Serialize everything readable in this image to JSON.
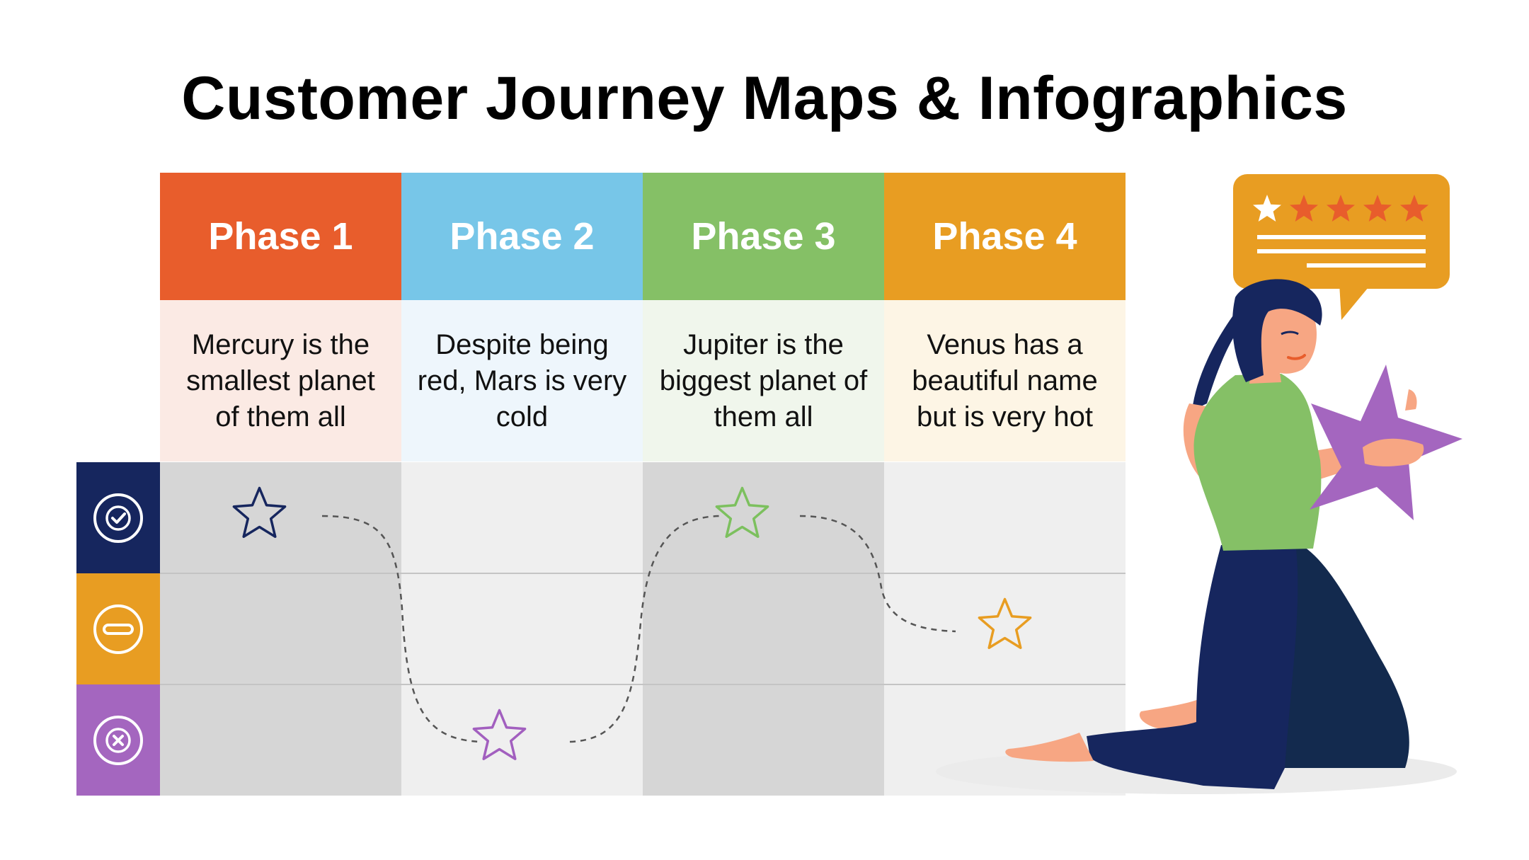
{
  "title": "Customer Journey Maps & Infographics",
  "phases": [
    {
      "label": "Phase 1",
      "description": "Mercury is the smallest planet of them all",
      "color": "#E85D2C",
      "tint": "#FBEAE4",
      "sentiment": "positive",
      "star_color": "#16265E"
    },
    {
      "label": "Phase 2",
      "description": "Despite being red, Mars is very cold",
      "color": "#77C6E8",
      "tint": "#EEF6FC",
      "sentiment": "negative",
      "star_color": "#A25FBF"
    },
    {
      "label": "Phase 3",
      "description": "Jupiter is the biggest planet of them all",
      "color": "#85C066",
      "tint": "#F0F6EC",
      "sentiment": "positive",
      "star_color": "#7CC05E"
    },
    {
      "label": "Phase 4",
      "description": "Venus has a beautiful name but is very hot",
      "color": "#E89D22",
      "tint": "#FDF5E5",
      "sentiment": "neutral",
      "star_color": "#E89D22"
    }
  ],
  "rows": [
    {
      "sentiment": "positive",
      "icon": "check-circle-icon",
      "color": "#16265E"
    },
    {
      "sentiment": "neutral",
      "icon": "minus-circle-icon",
      "color": "#E89D22"
    },
    {
      "sentiment": "negative",
      "icon": "x-circle-icon",
      "color": "#A466BF"
    }
  ],
  "illustration": {
    "description_icon": "woman-holding-star-icon",
    "review_bubble_icon": "five-star-review-icon",
    "review_rating": 5,
    "bubble_color": "#E89D22",
    "star_filled_color": "#FFFFFF",
    "star_color": "#E85D2C"
  }
}
